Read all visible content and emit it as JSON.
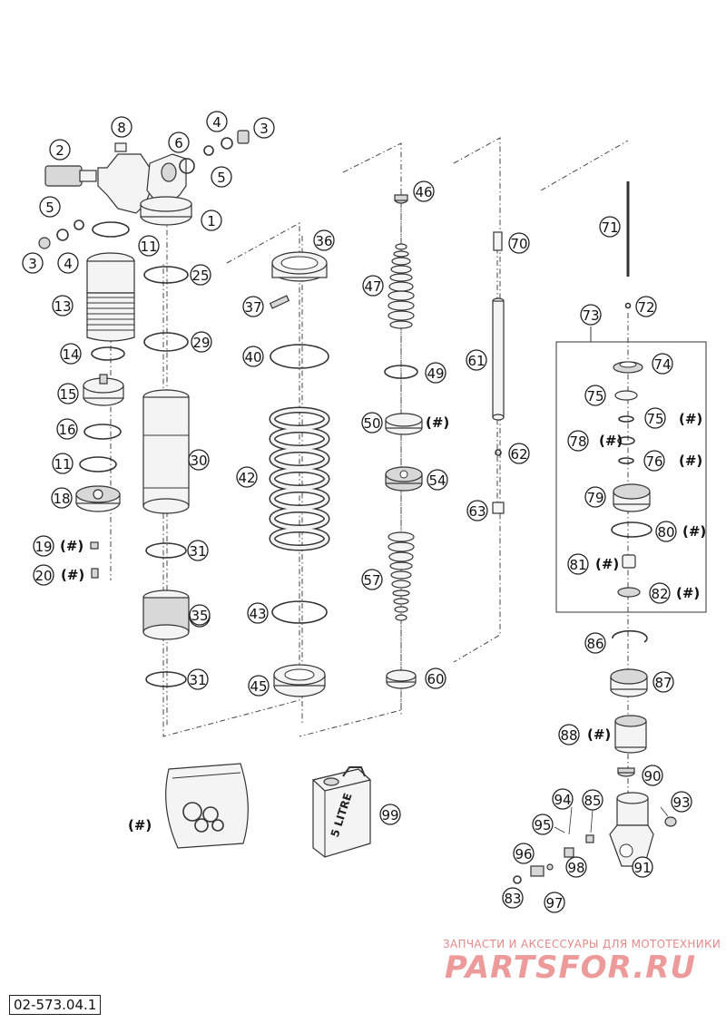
{
  "drawing_code": "02-573.04.1",
  "watermark": {
    "top_line": "ЗАПЧАСТИ И АКСЕССУАРЫ ДЛЯ МОТОТЕХНИКИ",
    "brand": "PARTSFOR.RU"
  },
  "hash_mark": "(#)",
  "can_label": "5 LITRE",
  "callouts": [
    "1",
    "2",
    "3",
    "3",
    "4",
    "4",
    "5",
    "5",
    "6",
    "8",
    "11",
    "11",
    "13",
    "14",
    "15",
    "16",
    "18",
    "19",
    "20",
    "25",
    "29",
    "30",
    "31",
    "31",
    "32",
    "35",
    "36",
    "37",
    "40",
    "42",
    "43",
    "45",
    "46",
    "47",
    "49",
    "50",
    "54",
    "57",
    "60",
    "61",
    "62",
    "63",
    "70",
    "71",
    "72",
    "73",
    "74",
    "75",
    "75",
    "76",
    "78",
    "79",
    "80",
    "81",
    "82",
    "83",
    "85",
    "86",
    "87",
    "88",
    "90",
    "91",
    "93",
    "94",
    "95",
    "96",
    "97",
    "98",
    "99"
  ]
}
